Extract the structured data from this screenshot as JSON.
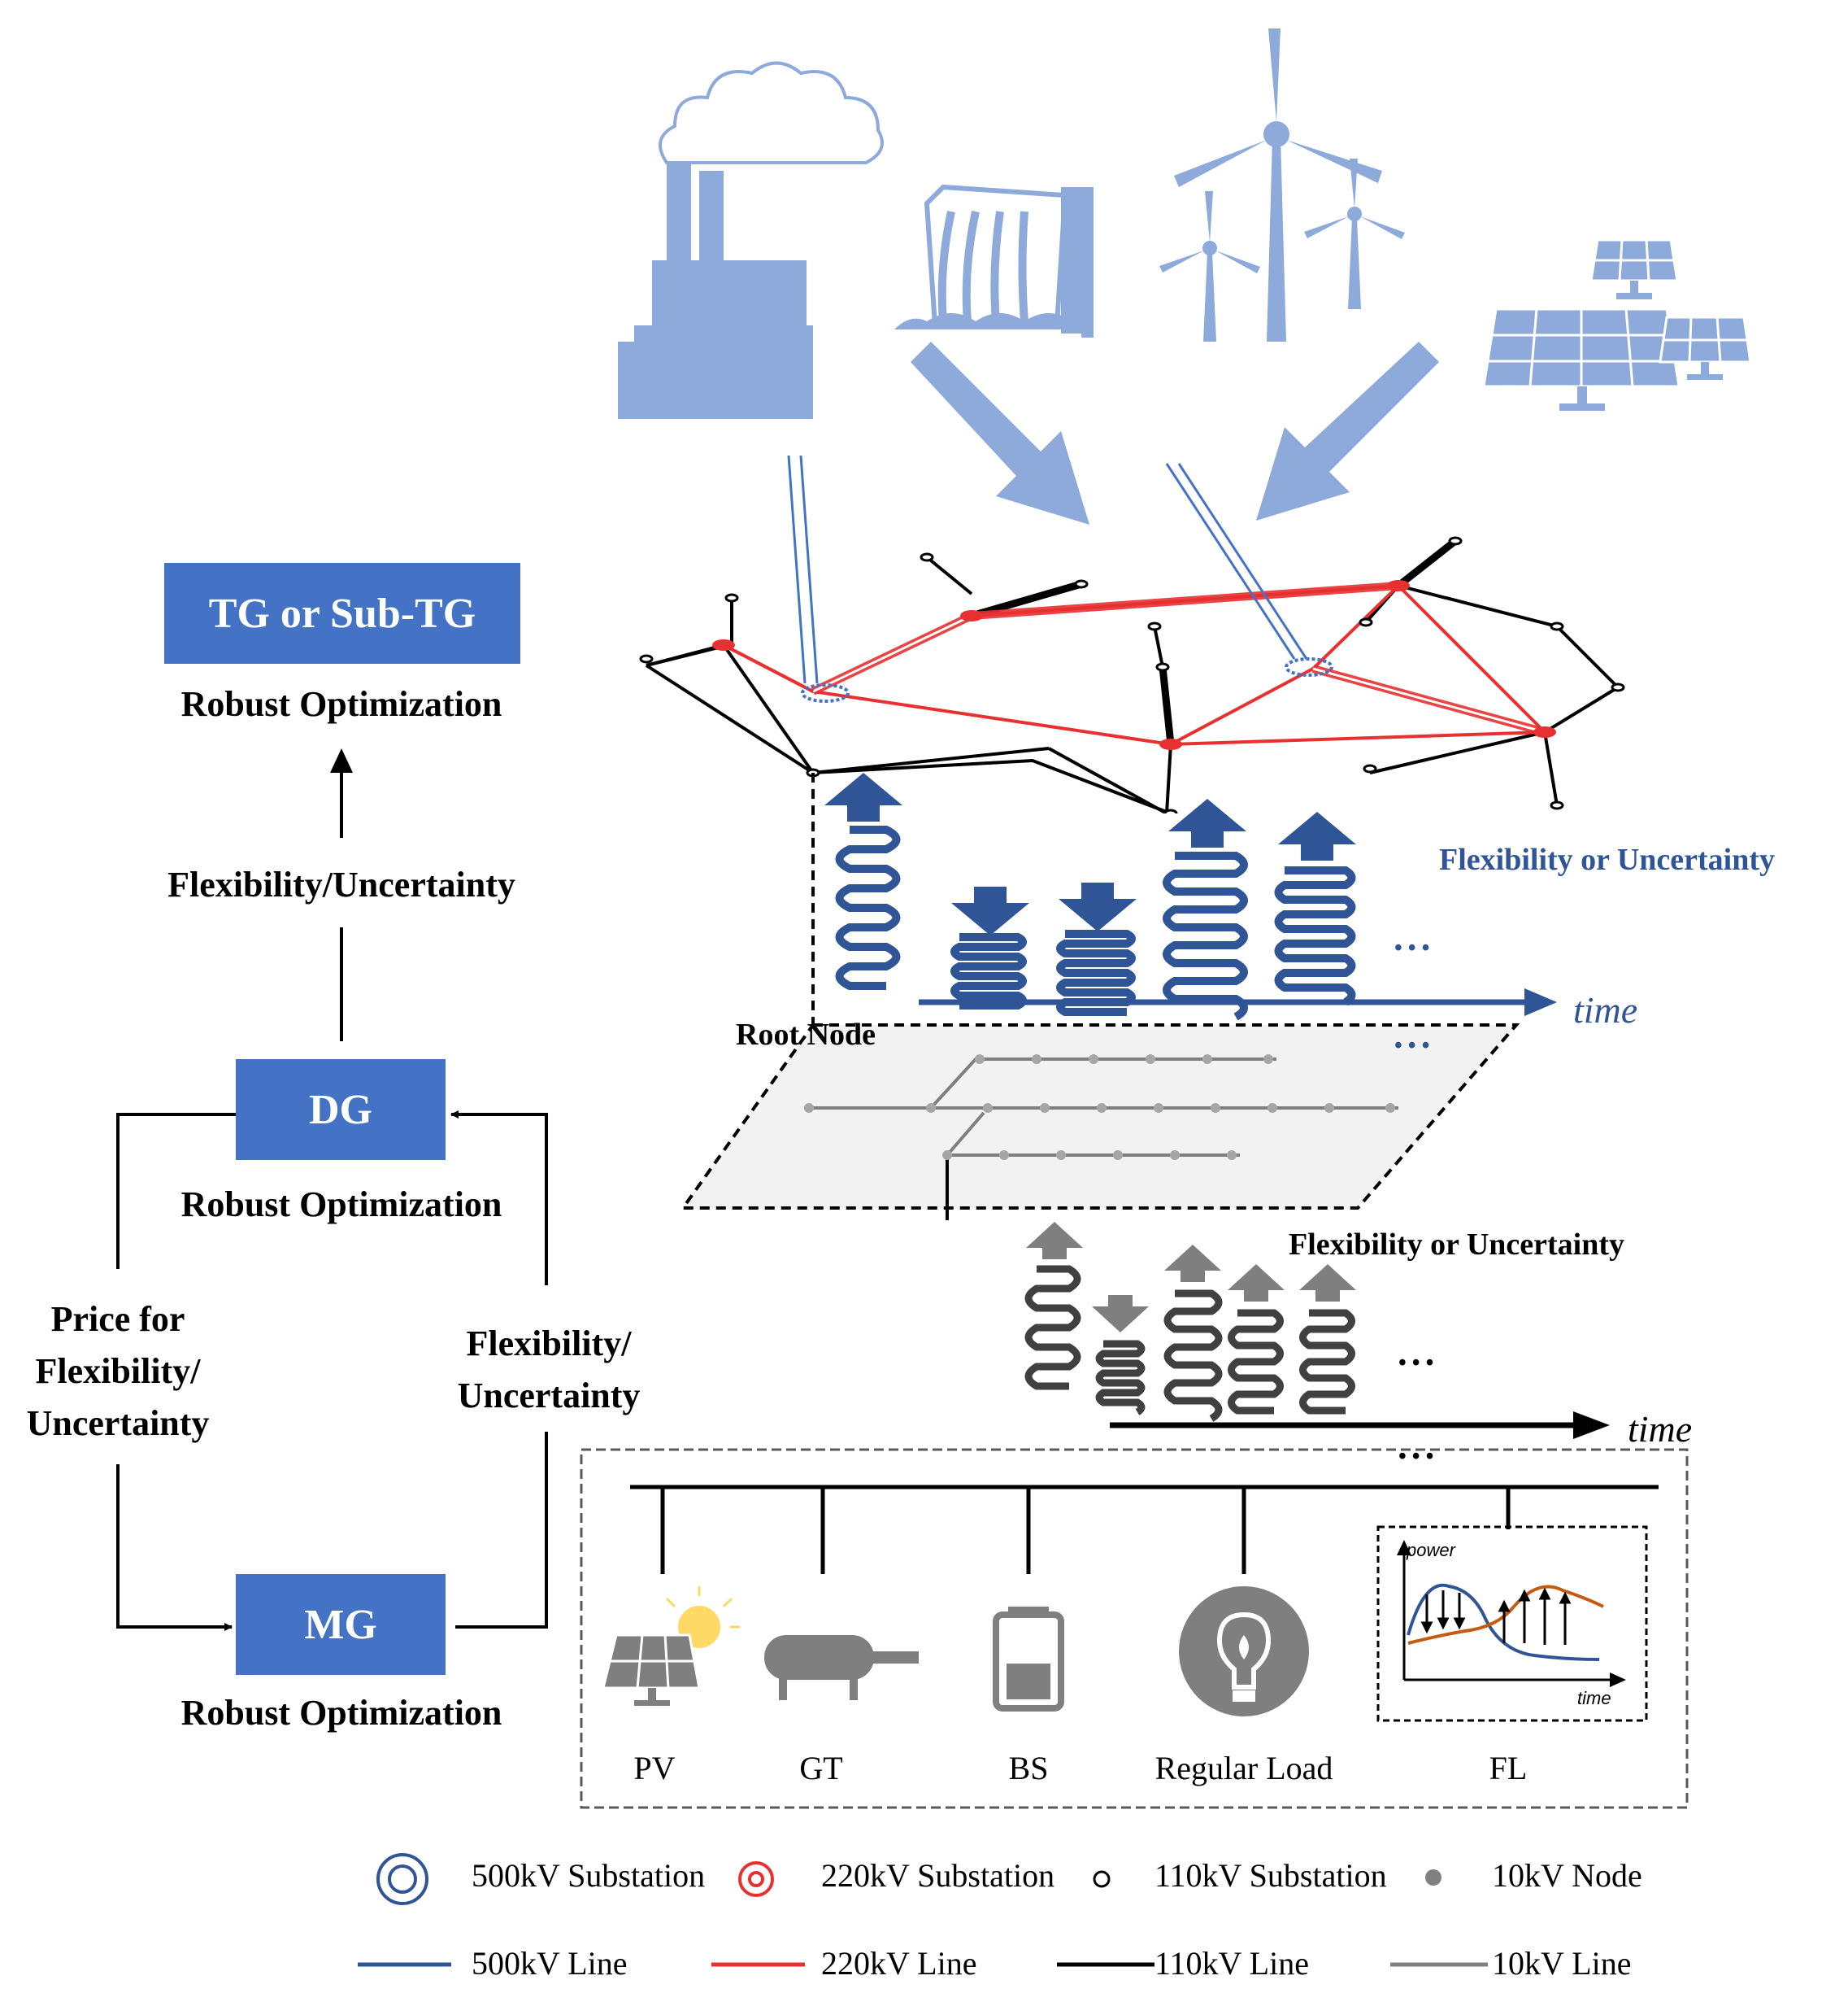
{
  "hierarchy": {
    "tg_box": "TG or Sub-TG",
    "tg_method": "Robust  Optimization",
    "tg_link_label": "Flexibility/Uncertainty",
    "dg_box": "DG",
    "dg_method": "Robust  Optimization",
    "mg_box": "MG",
    "mg_method": "Robust  Optimization",
    "price_label": [
      "Price for",
      "Flexibility/",
      "Uncertainty"
    ],
    "flex_label": [
      "Flexibility/",
      "Uncertainty"
    ]
  },
  "transmission": {
    "flex_label": "Flexibility or Uncertainty",
    "time_label": "time",
    "ellipsis": "• • •",
    "root_node": "Root Node"
  },
  "distribution": {
    "flex_label": "Flexibility or Uncertainty",
    "time_label": "time",
    "ellipsis": "• • •"
  },
  "microgrid": {
    "devices": [
      "PV",
      "GT",
      "BS",
      "Regular Load",
      "FL"
    ],
    "fl_chart": {
      "ylabel": "power",
      "xlabel": "time"
    }
  },
  "legend": {
    "row1": [
      "500kV Substation",
      "220kV Substation",
      "110kV Substation",
      "10kV Node"
    ],
    "row2": [
      "500kV Line",
      "220kV Line",
      "110kV Line",
      "10kV Line"
    ]
  },
  "colors": {
    "box_fill": "#4472c4",
    "light_blue": "#8eaadb",
    "dark_blue": "#2f5597",
    "red": "#e83030",
    "gray": "#7f7f7f"
  },
  "icons": [
    "factory-icon",
    "hydro-dam-icon",
    "wind-turbine-icon",
    "solar-panel-icon",
    "pv-icon",
    "gas-turbine-icon",
    "battery-icon",
    "light-bulb-icon"
  ]
}
